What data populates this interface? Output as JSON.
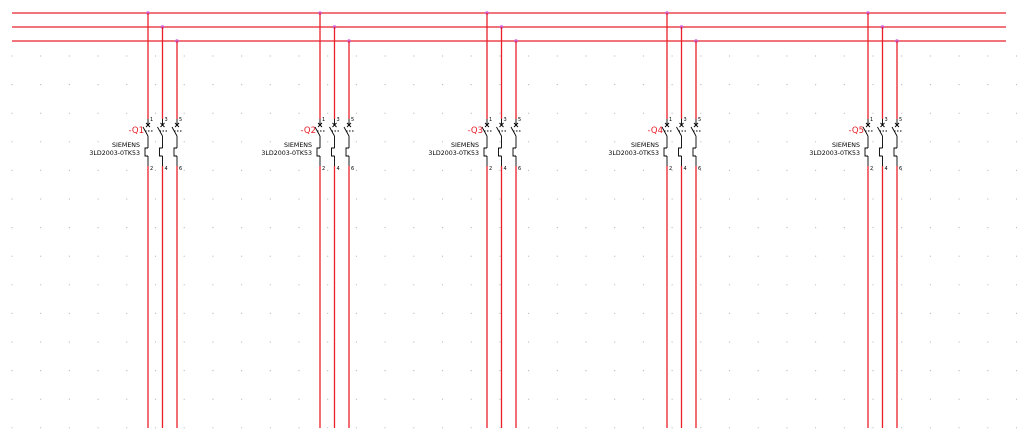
{
  "colors": {
    "wire": "#e8202a",
    "symbol": "#000000",
    "junction": "#d060d0",
    "grid": "#b8b8b8",
    "background": "#ffffff"
  },
  "breakers": [
    {
      "tag": "-Q1",
      "manufacturer": "SIEMENS",
      "part": "3LD2003-0TK53",
      "top_pins": [
        "1",
        "3",
        "5"
      ],
      "bottom_pins": [
        "2",
        "4",
        "6"
      ]
    },
    {
      "tag": "-Q2",
      "manufacturer": "SIEMENS",
      "part": "3LD2003-0TK53",
      "top_pins": [
        "1",
        "3",
        "5"
      ],
      "bottom_pins": [
        "2",
        "4",
        "6"
      ]
    },
    {
      "tag": "-Q3",
      "manufacturer": "SIEMENS",
      "part": "3LD2003-0TK53",
      "top_pins": [
        "1",
        "3",
        "5"
      ],
      "bottom_pins": [
        "2",
        "4",
        "6"
      ]
    },
    {
      "tag": "-Q4",
      "manufacturer": "SIEMENS",
      "part": "3LD2003-0TK53",
      "top_pins": [
        "1",
        "3",
        "5"
      ],
      "bottom_pins": [
        "2",
        "4",
        "6"
      ]
    },
    {
      "tag": "-Q5",
      "manufacturer": "SIEMENS",
      "part": "3LD2003-0TK53",
      "top_pins": [
        "1",
        "3",
        "5"
      ],
      "bottom_pins": [
        "2",
        "4",
        "6"
      ]
    }
  ]
}
